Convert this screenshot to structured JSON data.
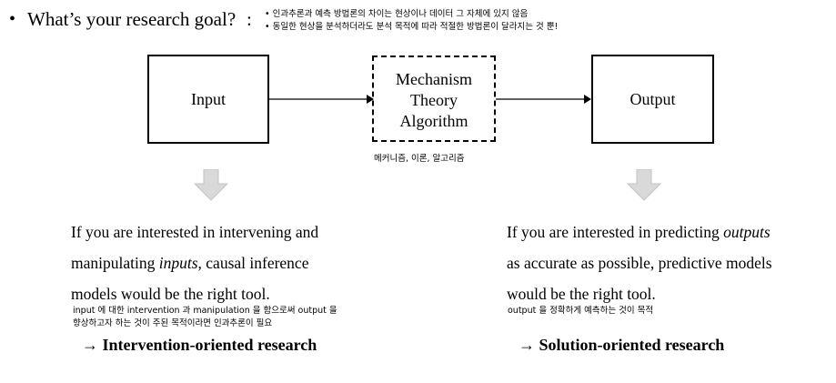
{
  "header": {
    "bullet": "•",
    "question": "What’s your research goal?",
    "colon": ":",
    "note_line1": "•  인과추론과 예측 방법론의 차이는 현상이나 데이터 그 자체에 있지 않음",
    "note_line2": "•  동일한 현상을 분석하더라도 분석 목적에 따라 적절한 방법론이 달라지는 것 뿐!"
  },
  "diagram": {
    "input_label": "Input",
    "mechanism_lines": [
      "Mechanism",
      "Theory",
      "Algorithm"
    ],
    "output_label": "Output",
    "mechanism_caption": "메커니즘, 이론, 알고리즘",
    "colors": {
      "line": "#000000",
      "down_arrow": "#d9d9d9"
    }
  },
  "left_column": {
    "line1": "If you are interested in intervening and",
    "line2_pre": "manipulating ",
    "line2_em": "inputs",
    "line2_post": ", causal inference",
    "line3": "models would be the right tool.",
    "note_line1": "input 에 대한 intervention 과 manipulation 을 함으로써 output 을",
    "note_line2": "향상하고자 하는 것이 주된 목적이라면 인과추론이 필요",
    "result": "→ Intervention-oriented research"
  },
  "right_column": {
    "line1_pre": "If you are interested in predicting ",
    "line1_em": "outputs",
    "line2": "as accurate as possible, predictive models",
    "line3": "would be the right tool.",
    "note": "output 을 정확하게 예측하는 것이 목적",
    "result": "→ Solution-oriented research"
  }
}
